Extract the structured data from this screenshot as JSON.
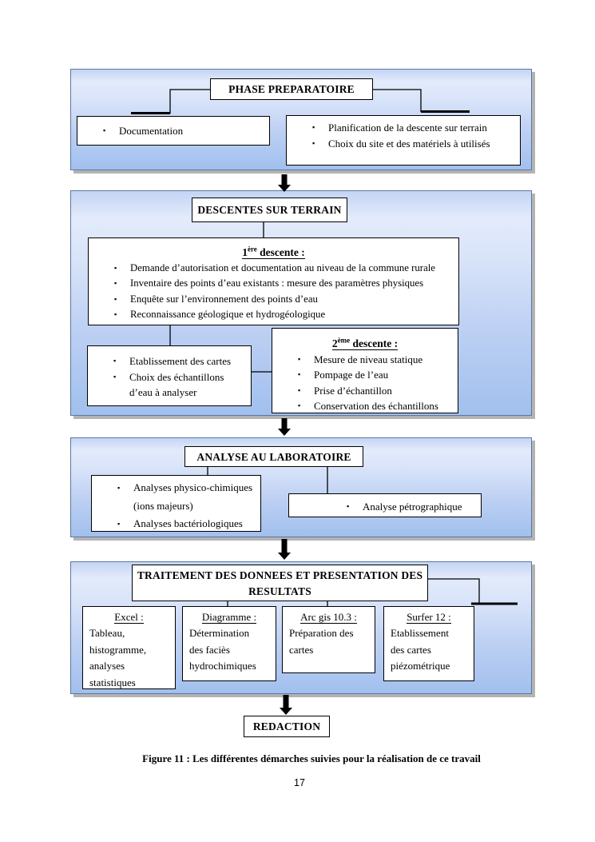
{
  "icons": {
    "bullet": "▪"
  },
  "phase1": {
    "title": "PHASE PREPARATOIRE",
    "doc_items": [
      "Documentation"
    ],
    "plan_items": [
      "Planification de la descente sur terrain",
      "Choix du site et des matériels à utilisés"
    ]
  },
  "phase2": {
    "title": "DESCENTES SUR TERRAIN",
    "d1": {
      "num": "1",
      "sup": "ère",
      "rest": " descente :",
      "items": [
        "Demande d’autorisation et documentation au niveau de la commune rurale",
        "Inventaire des points d’eau existants : mesure des paramètres physiques",
        "Enquête sur l’environnement des points d’eau",
        "Reconnaissance géologique et hydrogéologique"
      ]
    },
    "cartes": {
      "items": [
        "Etablissement des cartes",
        "Choix des échantillons d’eau à analyser"
      ]
    },
    "d2": {
      "num": "2",
      "sup": "ème",
      "rest": " descente :",
      "items": [
        "Mesure de niveau statique",
        "Pompage de l’eau",
        "Prise d’échantillon",
        "Conservation des échantillons"
      ]
    }
  },
  "phase3": {
    "title": "ANALYSE AU LABORATOIRE",
    "left_items": [
      "Analyses physico-chimiques (ions majeurs)",
      "Analyses bactériologiques"
    ],
    "right_items": [
      "Analyse pétrographique"
    ]
  },
  "phase4": {
    "title_line1": "TRAITEMENT DES DONNEES ET PRESENTATION DES",
    "title_line2": "RESULTATS",
    "tools": [
      {
        "header": "Excel :",
        "lines": [
          "Tableau,",
          "histogramme,",
          "analyses",
          "statistiques"
        ]
      },
      {
        "header": "Diagramme :",
        "lines": [
          "Détermination",
          "des faciès",
          "hydrochimiques"
        ]
      },
      {
        "header": "Arc gis 10.3 :",
        "lines": [
          "Préparation des",
          "cartes"
        ]
      },
      {
        "header": "Surfer 12 :",
        "lines": [
          "Etablissement",
          "des cartes",
          "piézométrique"
        ]
      }
    ]
  },
  "redaction": {
    "label": "REDACTION"
  },
  "page": {
    "caption": "Figure 11 : Les différentes démarches suivies pour la réalisation de ce travail",
    "number": "17"
  },
  "colors": {
    "panel_top": "#e3ebfb",
    "panel_bottom": "#a1c0ee",
    "panel_border": "#5d779f",
    "shadow": "#b3b3b3"
  }
}
